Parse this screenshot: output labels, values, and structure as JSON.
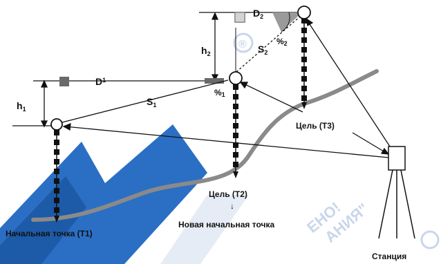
{
  "colors": {
    "ink": "#111111",
    "terrain": "#8a8a8a",
    "watermark_blue": "#2b6fc4",
    "watermark_light": "#c9d6ea",
    "marker": "#6a6a6a",
    "shade": "#9a9a9a"
  },
  "labels": {
    "d1": "D",
    "d1_sub": "1",
    "d2": "D",
    "d2_sub": "2",
    "h1": "h",
    "h1_sub": "1",
    "h2": "h",
    "h2_sub": "2",
    "s1": "S",
    "s1_sub": "1",
    "s2": "S",
    "s2_sub": "2",
    "pct1": "%",
    "pct1_sub": "1",
    "pct2": "%",
    "pct2_sub": "2",
    "start_point": "Начальная точка (Т1)",
    "target_t2": "Цель (Т2)",
    "new_start": "Новая начальная точка",
    "target_t3": "Цель (Т3)",
    "station": "Станция",
    "arrow_down": "↓"
  },
  "watermark": {
    "line1": "ЕНО!",
    "line2": "АНИЯ\"",
    "registered": "®"
  }
}
